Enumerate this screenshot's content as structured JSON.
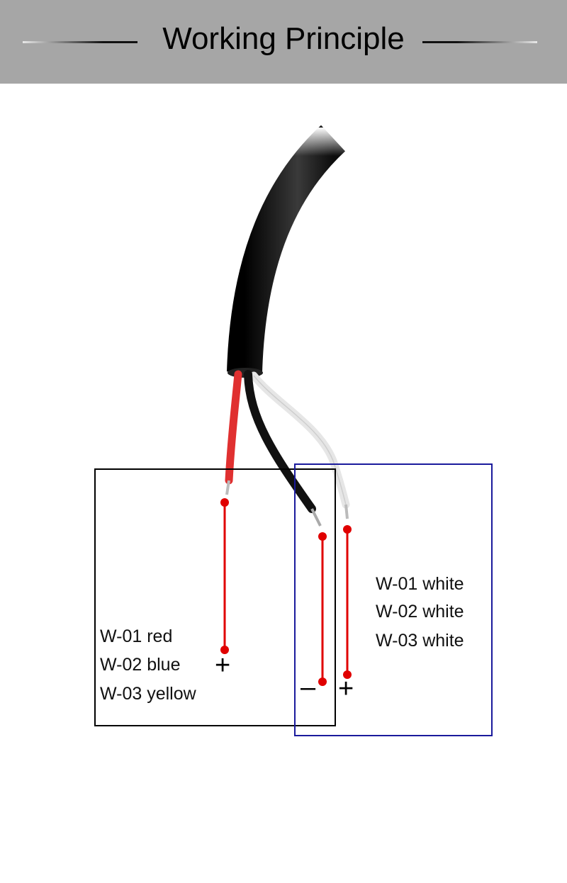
{
  "header": {
    "title": "Working Principle"
  },
  "left_box": {
    "labels": [
      "W-01 red",
      "W-02 blue",
      "W-03 yellow"
    ],
    "terminal_sign": "+"
  },
  "right_box": {
    "labels": [
      "W-01 white",
      "W-02 white",
      "W-03 white"
    ],
    "negative_sign": "–",
    "positive_sign": "+"
  },
  "colors": {
    "header_bg": "#a6a6a6",
    "left_box_border": "#000000",
    "right_box_border": "#1a1a9c",
    "lead_line": "#e00000",
    "cable": "#1a1a1a",
    "red_wire": "#e03030"
  }
}
